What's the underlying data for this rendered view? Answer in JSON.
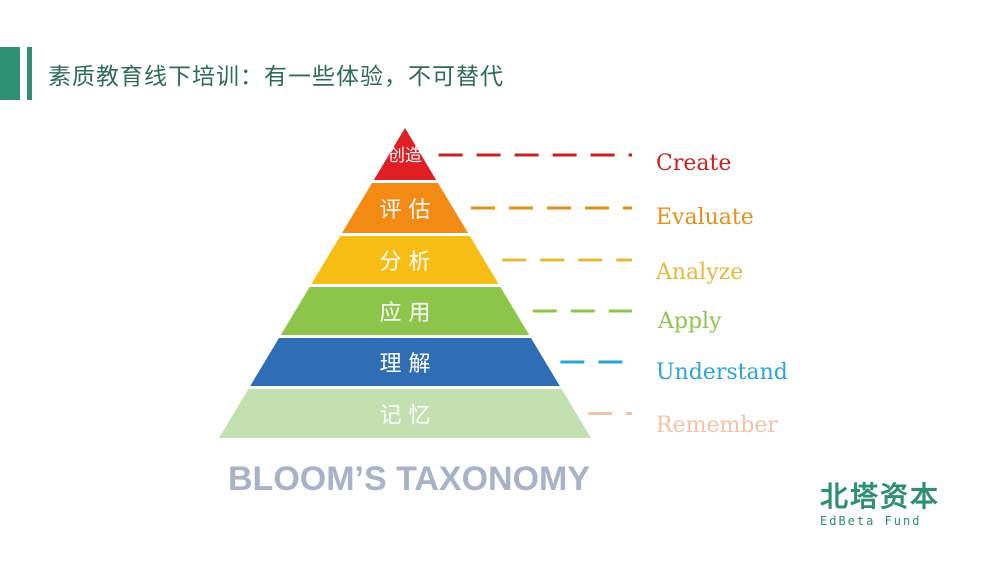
{
  "header": {
    "title": "素质教育线下培训：有一些体验，不可替代",
    "accent_color": "#2e8f72"
  },
  "pyramid": {
    "levels": [
      {
        "cn": "创造",
        "en": "Create",
        "color": "#e01e24",
        "text_color": "#cc1f1f"
      },
      {
        "cn": "评 估",
        "en": "Evaluate",
        "color": "#f28a14",
        "text_color": "#e0901e"
      },
      {
        "cn": "分 析",
        "en": "Analyze",
        "color": "#f7bd14",
        "text_color": "#e8b83a"
      },
      {
        "cn": "应 用",
        "en": "Apply",
        "color": "#8cc54a",
        "text_color": "#8cc54a"
      },
      {
        "cn": "理 解",
        "en": "Understand",
        "color": "#2f6db5",
        "text_color": "#2ba6d4"
      },
      {
        "cn": "记 忆",
        "en": "Remember",
        "color": "#c2e0b0",
        "text_color": "#f0c4a8"
      }
    ]
  },
  "caption": "BLOOM’S TAXONOMY",
  "logo": {
    "cn": "北塔资本",
    "en": "EdBeta Fund"
  }
}
